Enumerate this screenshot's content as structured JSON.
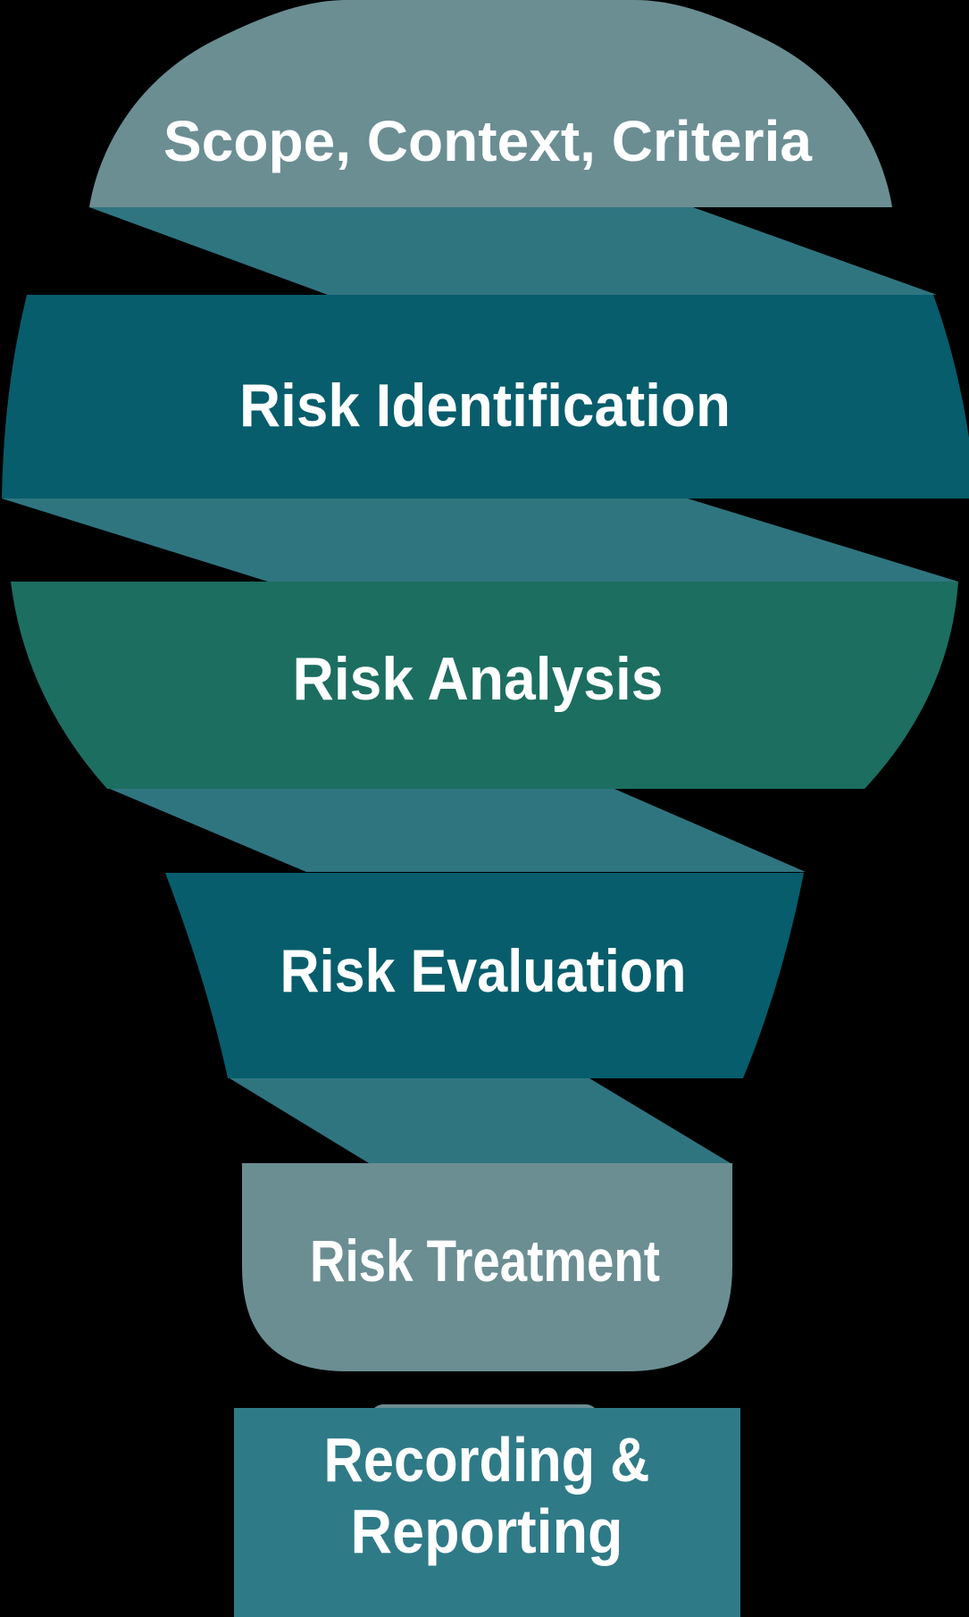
{
  "diagram": {
    "background": "#000000",
    "text_color": "#ffffff",
    "connector_color": "#2f7580",
    "steps": [
      {
        "label": "Scope, Context, Criteria",
        "color": "#6b8e93"
      },
      {
        "label": "Risk Identification",
        "color": "#075d6c"
      },
      {
        "label": "Risk Analysis",
        "color": "#1c6e60"
      },
      {
        "label": "Risk Evaluation",
        "color": "#075d6c"
      },
      {
        "label": "Risk Treatment",
        "color": "#6b8e93"
      },
      {
        "label": "Recording & Reporting",
        "lines": [
          "Recording &",
          "Reporting"
        ],
        "color": "#2f7a87"
      }
    ]
  }
}
